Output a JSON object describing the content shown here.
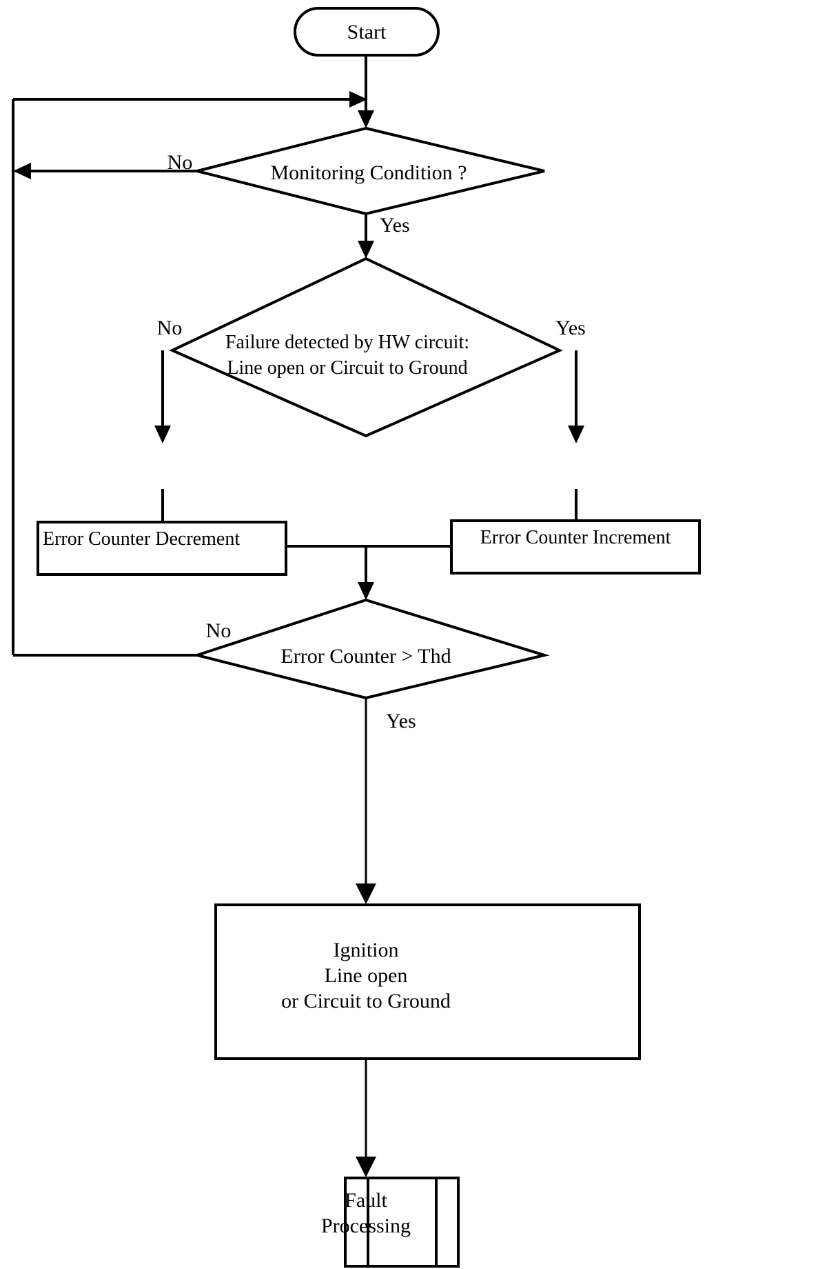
{
  "diagram": {
    "title": "Ignition line open / circuit to ground monitoring flowchart",
    "type": "flowchart",
    "stroke_color": "#000000",
    "fill_color": "#ffffff",
    "background": "#ffffff"
  },
  "nodes": {
    "start": {
      "shape": "terminator",
      "label": "Start"
    },
    "monitoring_condition": {
      "shape": "decision",
      "label": "Monitoring Condition ?"
    },
    "failure_detected": {
      "shape": "decision",
      "line1": "Failure detected by HW circuit:",
      "line2": "Line open or Circuit to Ground"
    },
    "error_counter_decrement": {
      "shape": "process",
      "label": "Error Counter Decrement"
    },
    "error_counter_increment": {
      "shape": "process",
      "label": "Error Counter Increment"
    },
    "error_counter_threshold": {
      "shape": "decision",
      "label": "Error Counter >  Thd"
    },
    "ignition_fault": {
      "shape": "process",
      "line1": "Ignition",
      "line2": "Line open",
      "line3": "or Circuit to Ground"
    },
    "fault_processing": {
      "shape": "predefined-process",
      "line1": "Fault",
      "line2": "Processing"
    }
  },
  "edge_labels": {
    "monitoring_no": "No",
    "monitoring_yes": "Yes",
    "failure_no": "No",
    "failure_yes": "Yes",
    "threshold_no": "No",
    "threshold_yes": "Yes"
  }
}
